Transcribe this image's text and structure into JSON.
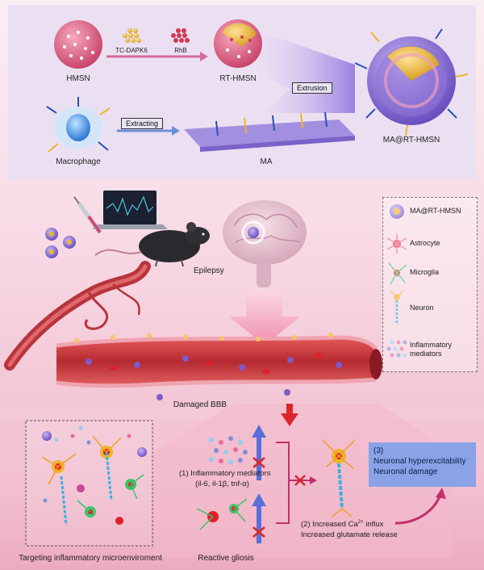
{
  "top_panel": {
    "hmsn_label": "HMSN",
    "tc_dapk6_label": "TC-DAPK6",
    "rhb_label": "RhB",
    "rt_hmsn_label": "RT-HMSN",
    "extrusion_label": "Extrusion",
    "ma_rt_hmsn_label": "MA@RT-HMSN",
    "macrophage_label": "Macrophage",
    "extracting_label": "Extracting",
    "ma_label": "MA"
  },
  "middle": {
    "epilepsy_label": "Epilepsy",
    "damaged_bbb_label": "Damaged BBB"
  },
  "legend": {
    "items": [
      "MA@RT-HMSN",
      "Astrocyte",
      "Microglia",
      "Neuron",
      "Inflammatory mediators"
    ]
  },
  "bottom": {
    "targeting_label": "Targeting  inflammatory microenviroment",
    "reactive_gliosis_label": "Reactive gliosis",
    "mediators_line1": "(1) Inflammatory  mediators",
    "mediators_line2": "(il-6, il-1β, tnf-α)",
    "calcium_line1_a": "(2) Increased Ca",
    "calcium_line1_sup": "2+",
    "calcium_line1_b": " influx",
    "calcium_line2": "Increased glutamate release",
    "result_line1": "(3)",
    "result_line2": "Neuronal hyperexcitability",
    "result_line3": "Neuronal damage"
  },
  "colors": {
    "top_panel_bg": "#ebe0f2",
    "vessel": "#c43a3a",
    "result_box": "#8aa3e6",
    "arrow_red": "#d9262a",
    "arrow_blue": "#5a6fd8"
  }
}
